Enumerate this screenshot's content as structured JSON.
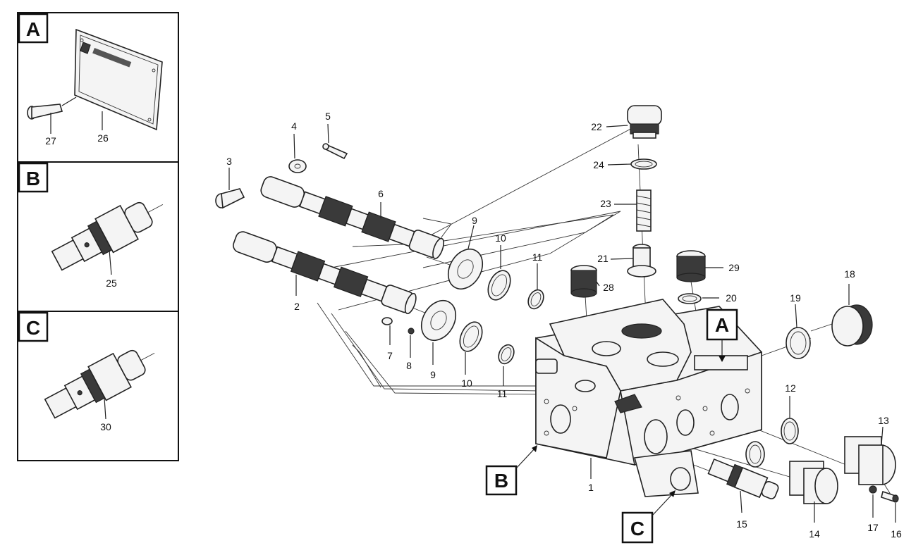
{
  "callouts": {
    "c1": "1",
    "c2": "2",
    "c3": "3",
    "c4": "4",
    "c5": "5",
    "c6": "6",
    "c7": "7",
    "c8": "8",
    "c9a": "9",
    "c9b": "9",
    "c10a": "10",
    "c10b": "10",
    "c11a": "11",
    "c11b": "11",
    "c12": "12",
    "c13": "13",
    "c14": "14",
    "c15": "15",
    "c16": "16",
    "c17": "17",
    "c18": "18",
    "c19": "19",
    "c20": "20",
    "c21": "21",
    "c22": "22",
    "c23": "23",
    "c24": "24",
    "c25": "25",
    "c26": "26",
    "c27": "27",
    "c28": "28",
    "c29": "29",
    "c30": "30"
  },
  "detail_tags": {
    "A": "A",
    "B": "B",
    "C": "C"
  }
}
